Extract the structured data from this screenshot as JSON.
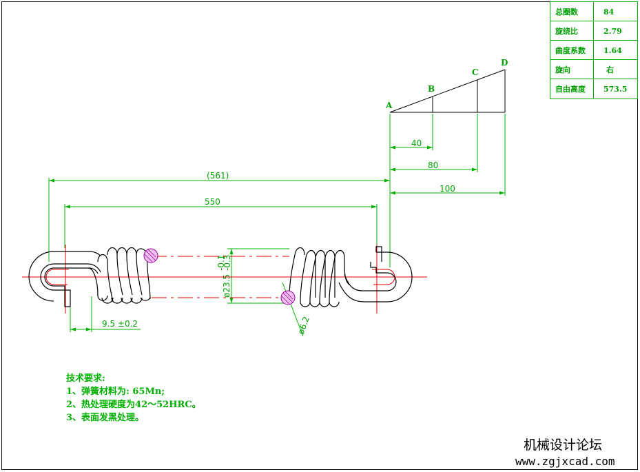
{
  "spec_table": [
    {
      "label": "总圈数",
      "value": "84"
    },
    {
      "label": "旋绕比",
      "value": "2.79"
    },
    {
      "label": "曲度系数",
      "value": "1.64"
    },
    {
      "label": "旋向",
      "value": "右"
    },
    {
      "label": "自由高度",
      "value": "573.5"
    }
  ],
  "triangle_points": {
    "a": "A",
    "b": "B",
    "c": "C",
    "d": "D"
  },
  "dimensions": {
    "d40": "40",
    "d80": "80",
    "d100": "100",
    "d561": "(561)",
    "d550": "550",
    "pitch": "9.5 ±0.2",
    "outer_dia": "ø23.5",
    "outer_tol_upper": "-0.1",
    "outer_tol_lower": "-0.3",
    "wire_dia": "ø6.2"
  },
  "notes": {
    "title": "技术要求:",
    "items": [
      "1、弹簧材料为: 65Mn;",
      "2、热处理硬度为42～52HRC。",
      "3、表面发黑处理。"
    ]
  },
  "watermark": {
    "line1": "机械设计论坛",
    "line2": "www.zgjxcad.com"
  },
  "colors": {
    "dimension": "#00b000",
    "centerline": "#e00000",
    "section_fill": "#f0c0f0",
    "geometry": "#000000"
  }
}
